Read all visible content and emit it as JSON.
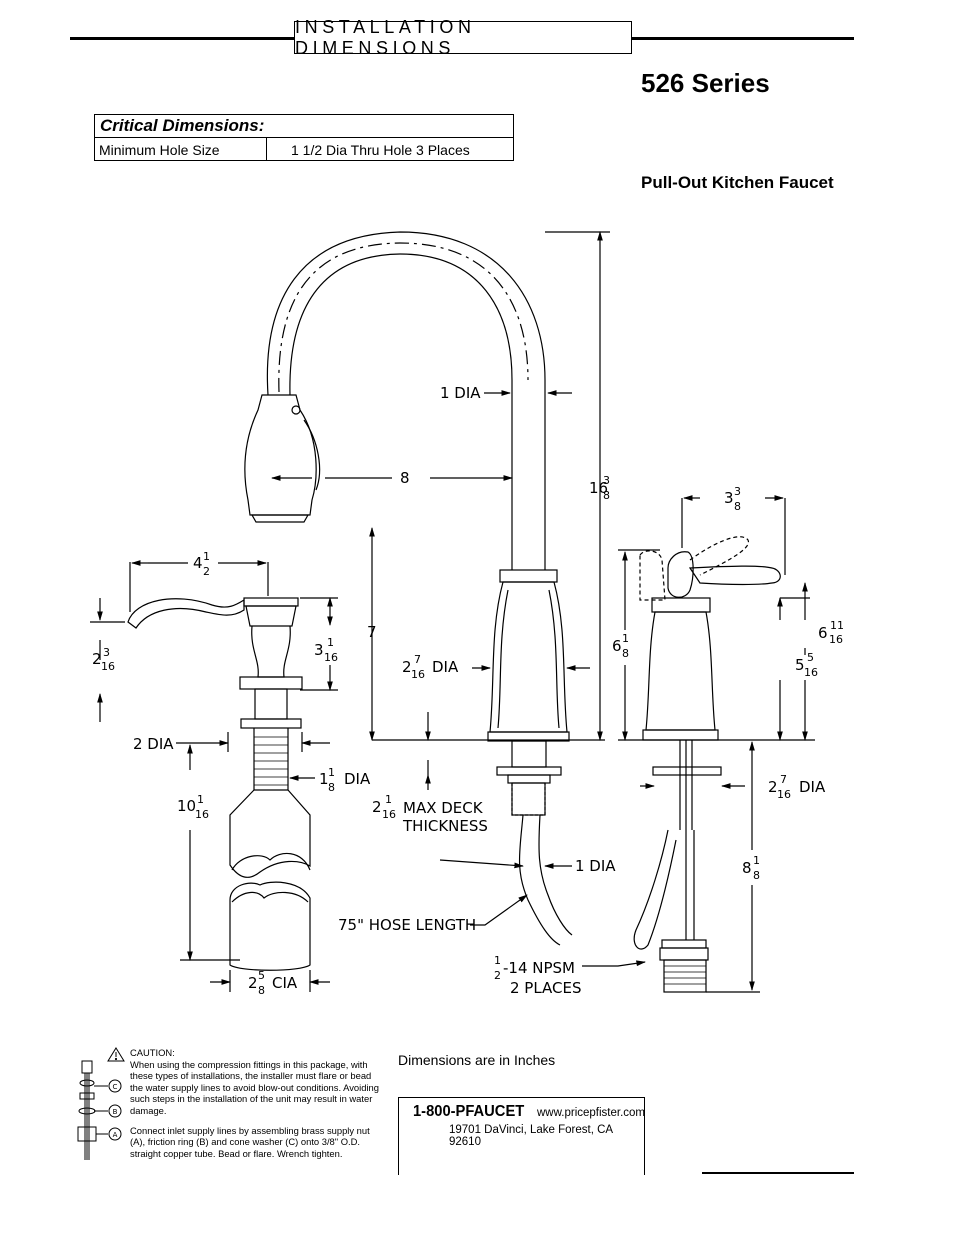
{
  "header": {
    "title": "INSTALLATION DIMENSIONS"
  },
  "series": "526 Series",
  "critical": {
    "heading": "Critical Dimensions:",
    "label": "Minimum Hole Size",
    "value": "1 1/2 Dia Thru Hole 3 Places"
  },
  "subtitle": "Pull-Out Kitchen Faucet",
  "drawing": {
    "one_dia_top": "1 DIA",
    "eight": "8",
    "sixteen_whole": "16",
    "sixteen_num": "3",
    "sixteen_den": "8",
    "four_whole": "4",
    "four_num": "1",
    "four_den": "2",
    "two3_whole": "2",
    "two3_num": "3",
    "two3_den": "16",
    "three1_whole": "3",
    "three1_num": "1",
    "three1_den": "16",
    "seven": "7",
    "two7_whole": "2",
    "two7_num": "7",
    "two7_den": "16",
    "dia": "DIA",
    "six1_whole": "6",
    "six1_num": "1",
    "six1_den": "8",
    "three3_whole": "3",
    "three3_num": "3",
    "three3_den": "8",
    "six11_whole": "6",
    "six11_num": "11",
    "six11_den": "16",
    "five5_whole": "5",
    "five5_num": "5",
    "five5_den": "16",
    "two_dia": "2 DIA",
    "one1_whole": "1",
    "one1_num": "1",
    "one1_den": "8",
    "ten_whole": "10",
    "ten_num": "1",
    "ten_den": "16",
    "two1_whole": "2",
    "two1_num": "1",
    "two1_den": "16",
    "max_deck": "MAX DECK",
    "thickness": "THICKNESS",
    "one_dia_low": "1 DIA",
    "eight1_whole": "8",
    "eight1_num": "1",
    "eight1_den": "8",
    "hose": "75\" HOSE LENGTH",
    "npsm_num": "1",
    "npsm_den": "2",
    "npsm": "-14 NPSM",
    "places": "2 PLACES",
    "two5_whole": "2",
    "two5_num": "5",
    "two5_den": "8",
    "cia": "CIA"
  },
  "caution": {
    "title": "CAUTION:",
    "text1": "When using the compression fittings in this package, with these types of installations, the installer must flare or bead the water supply lines to avoid blow-out conditions. Avoiding such steps in the installation of the unit may result in water damage.",
    "text2": "Connect inlet supply lines by assembling brass supply nut (A), friction ring (B) and cone washer (C) onto 3/8\" O.D. straight copper tube. Bead or flare. Wrench tighten.",
    "label_c": "C",
    "label_b": "B",
    "label_a": "A"
  },
  "note": "Dimensions are in Inches",
  "contact": {
    "phone": "1-800-PFAUCET",
    "web": "www.pricepfister.com",
    "address": "19701 DaVinci, Lake Forest, CA  92610"
  }
}
